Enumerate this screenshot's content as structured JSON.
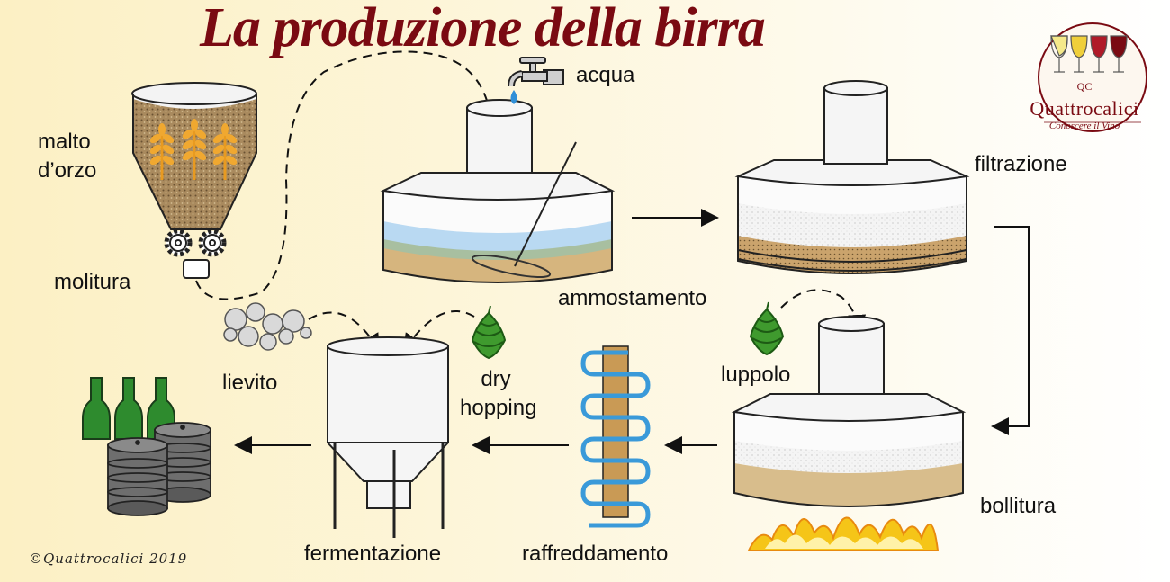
{
  "title": "La produzione della birra",
  "copyright": "©Quattrocalici 2019",
  "logo": {
    "initials": "QC",
    "name": "Quattrocalici",
    "tagline": "Conoscere il Vino"
  },
  "labels": {
    "malto": "malto d’orzo",
    "molitura": "molitura",
    "acqua": "acqua",
    "ammostamento": "ammostamento",
    "filtrazione": "filtrazione",
    "luppolo": "luppolo",
    "bollitura": "bollitura",
    "raffreddamento": "raffreddamento",
    "dry_hopping": "dry hopping",
    "fermentazione": "fermentazione",
    "lievito": "lievito"
  },
  "colors": {
    "title": "#7a0a12",
    "water": "#b9d9f2",
    "mash": "#d6b57e",
    "coil": "#3a9ad9",
    "bottle": "#2e8b2e",
    "keg": "#6e6e6e",
    "flame": "#f5c518"
  },
  "icons": [
    "wheat-icon",
    "gear-icon",
    "tap-icon",
    "hop-icon",
    "yeast-icon",
    "flame-icon",
    "bottle-icon",
    "keg-icon",
    "wine-glass-icon"
  ]
}
